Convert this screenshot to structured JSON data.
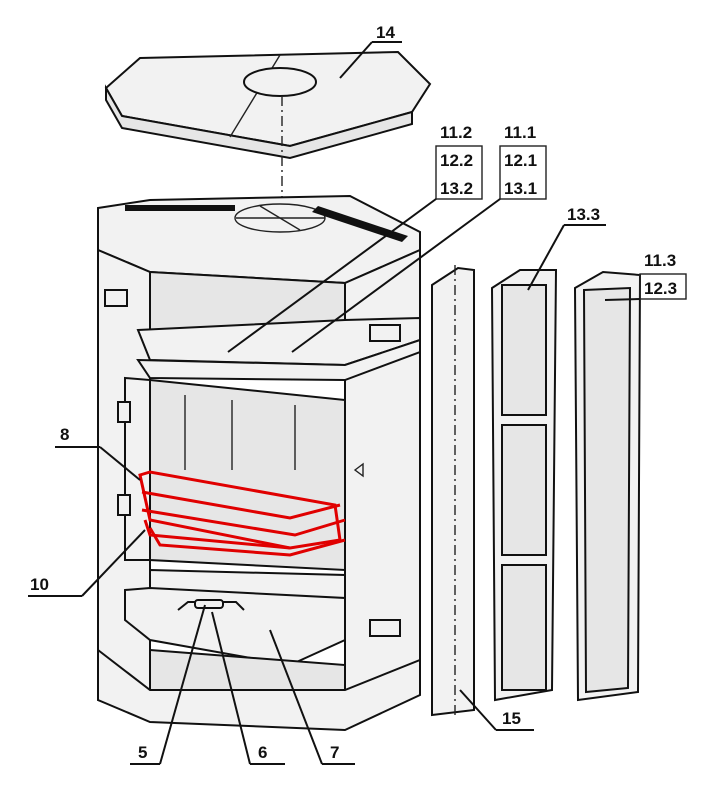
{
  "diagram": {
    "labels": {
      "top_plate": "14",
      "l11_2": "11.2",
      "l12_2": "12.2",
      "l13_2": "13.2",
      "l11_1": "11.1",
      "l12_1": "12.1",
      "l13_1": "13.1",
      "l13_3": "13.3",
      "l11_3": "11.3",
      "l12_3": "12.3",
      "grate_8": "8",
      "grate_10": "10",
      "handle_5": "5",
      "handle_6": "6",
      "ash_drawer_7": "7",
      "side_panel_15": "15"
    },
    "highlight_color": "#e00000"
  }
}
